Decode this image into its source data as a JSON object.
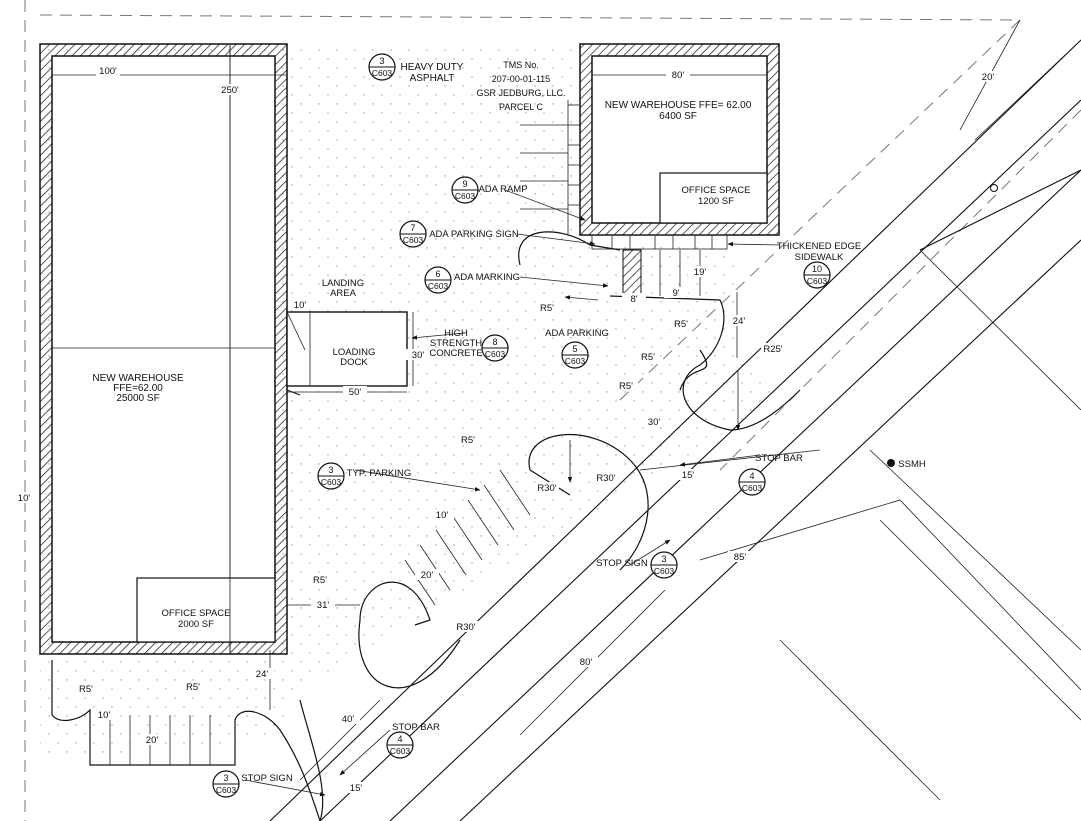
{
  "labels": {
    "heavy_duty": "HEAVY DUTY\nASPHALT",
    "tms": "TMS No.\n207-00-01-115\nGSR JEDBURG, LLC.\nPARCEL C",
    "new_warehouse_small": "NEW WAREHOUSE FFE= 62.00\n6400 SF",
    "office_small": "OFFICE SPACE\n1200 SF",
    "new_warehouse_large": "NEW WAREHOUSE\nFFE=62.00\n25000 SF",
    "office_large": "OFFICE SPACE\n2000 SF",
    "loading_dock": "LOADING\nDOCK",
    "landing_area": "LANDING\nAREA",
    "high_strength": "HIGH\nSTRENGTH\nCONCRETE",
    "ada_ramp": "ADA RAMP",
    "ada_parking_sign": "ADA PARKING SIGN",
    "ada_marking": "ADA MARKING",
    "ada_parking": "ADA PARKING",
    "typ_parking": "TYP. PARKING",
    "thickened_edge": "THICKENED EDGE\nSIDEWALK",
    "stop_bar_1": "STOP BAR",
    "stop_bar_2": "STOP BAR",
    "stop_sign_1": "STOP SIGN",
    "stop_sign_2": "STOP SIGN",
    "ssmh": "SSMH"
  },
  "detail_tags": [
    {
      "num": "3",
      "sheet": "C603",
      "name": "tag-heavy-duty-asphalt"
    },
    {
      "num": "9",
      "sheet": "C603",
      "name": "tag-ada-ramp"
    },
    {
      "num": "7",
      "sheet": "C603",
      "name": "tag-ada-parking-sign"
    },
    {
      "num": "6",
      "sheet": "C603",
      "name": "tag-ada-marking"
    },
    {
      "num": "8",
      "sheet": "C603",
      "name": "tag-high-strength-concrete"
    },
    {
      "num": "5",
      "sheet": "C603",
      "name": "tag-ada-parking"
    },
    {
      "num": "10",
      "sheet": "C603",
      "name": "tag-thickened-edge"
    },
    {
      "num": "3",
      "sheet": "C603",
      "name": "tag-typ-parking"
    },
    {
      "num": "4",
      "sheet": "C603",
      "name": "tag-stop-bar-1"
    },
    {
      "num": "3",
      "sheet": "C603",
      "name": "tag-stop-sign-1"
    },
    {
      "num": "4",
      "sheet": "C603",
      "name": "tag-stop-bar-2"
    },
    {
      "num": "3",
      "sheet": "C603",
      "name": "tag-stop-sign-2"
    }
  ],
  "dimensions": [
    "100'",
    "250'",
    "80'",
    "20'",
    "10'",
    "30'",
    "50'",
    "8'",
    "9'",
    "19'",
    "24'",
    "R5'",
    "R5'",
    "R5'",
    "R25'",
    "30'",
    "R5'",
    "R30'",
    "R30'",
    "15'",
    "85'",
    "10'",
    "20'",
    "R5'",
    "31'",
    "R30'",
    "80'",
    "R5'",
    "R5'",
    "24'",
    "10'",
    "20'",
    "40'",
    "15'",
    "10'",
    "R5'"
  ]
}
